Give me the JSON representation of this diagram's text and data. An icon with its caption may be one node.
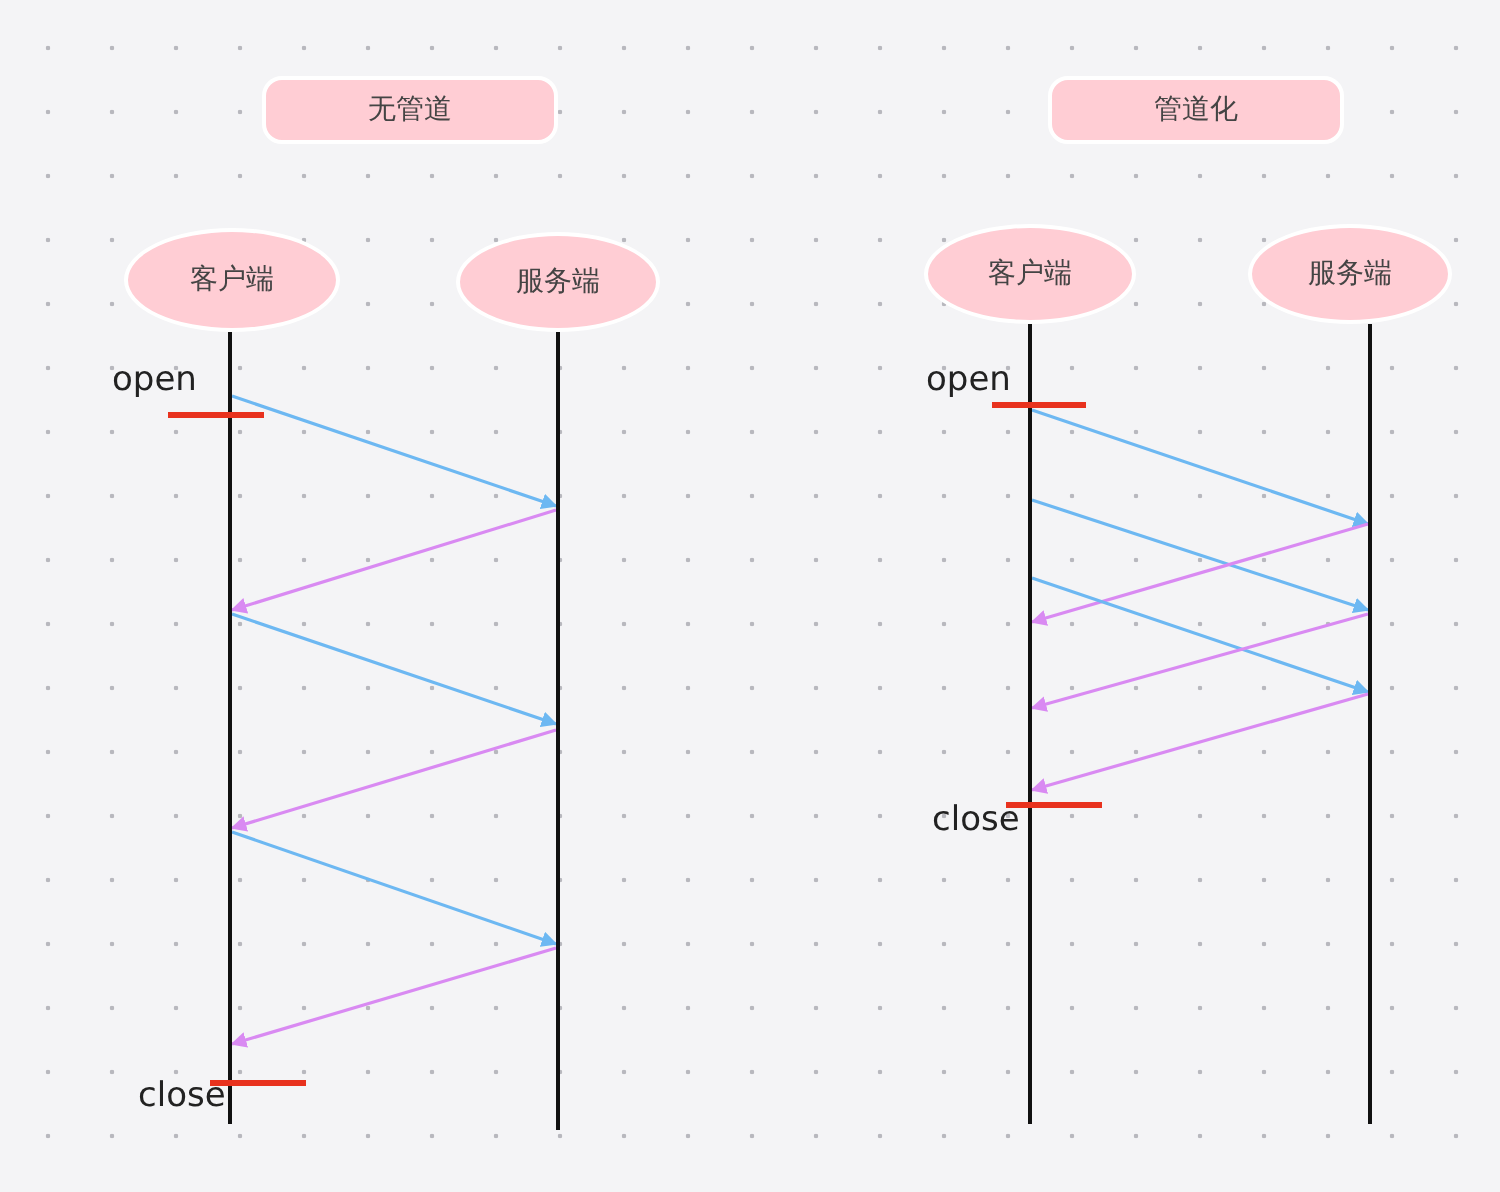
{
  "diagram": {
    "nodes": [
      {
        "text": [
          "无管道"
        ]
      },
      {
        "text": [
          "管道化"
        ]
      },
      {
        "text": [
          "客户端"
        ]
      },
      {
        "text": [
          "服务端"
        ]
      },
      {
        "text": [
          "客户端"
        ]
      },
      {
        "text": [
          "服务端"
        ]
      },
      {
        "text": [],
        "shape": "bar"
      },
      {
        "text": [],
        "shape": "bar"
      },
      {
        "text": [],
        "shape": "bar"
      },
      {
        "text": [],
        "shape": "bar"
      }
    ],
    "edges": [
      {
        "from": 6,
        "to": 7,
        "arrow": "to",
        "color": "#6db8f2"
      },
      {
        "from": 7,
        "to": 6,
        "arrow": "to",
        "color": "#d98af2"
      },
      {
        "from": 6,
        "to": 7,
        "arrow": "to",
        "color": "#6db8f2"
      },
      {
        "from": 7,
        "to": 6,
        "arrow": "to",
        "color": "#d98af2"
      },
      {
        "from": 6,
        "to": 7,
        "arrow": "to",
        "color": "#6db8f2"
      },
      {
        "from": 7,
        "to": 6,
        "arrow": "to",
        "color": "#d98af2"
      },
      {
        "from": 8,
        "to": 9,
        "arrow": "to",
        "color": "#6db8f2"
      },
      {
        "from": 8,
        "to": 9,
        "arrow": "to",
        "color": "#6db8f2"
      },
      {
        "from": 9,
        "to": 8,
        "arrow": "to",
        "color": "#d98af2"
      },
      {
        "from": 8,
        "to": 9,
        "arrow": "to",
        "color": "#6db8f2"
      },
      {
        "from": 9,
        "to": 8,
        "arrow": "to",
        "color": "#d98af2"
      },
      {
        "from": 9,
        "to": 8,
        "arrow": "to",
        "color": "#d98af2"
      }
    ],
    "labels": [
      "open",
      "open",
      "close",
      "close"
    ]
  }
}
